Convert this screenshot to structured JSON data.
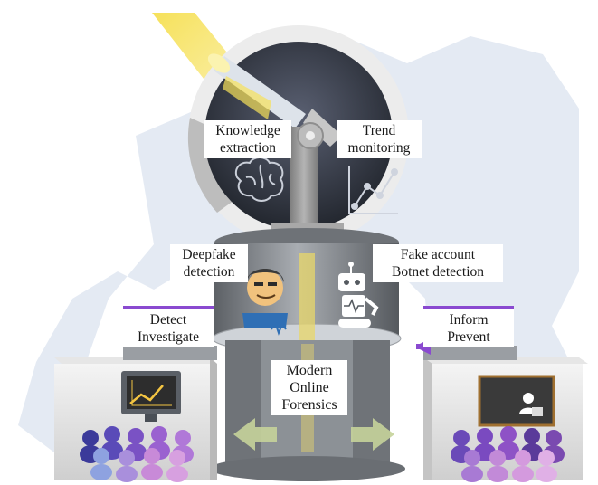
{
  "labels": {
    "knowledge": [
      "Knowledge",
      "extraction"
    ],
    "trend": [
      "Trend",
      "monitoring"
    ],
    "deepfake": [
      "Deepfake",
      "detection"
    ],
    "fake_account": [
      "Fake account",
      "Botnet detection"
    ],
    "detect": [
      "Detect",
      "Investigate"
    ],
    "inform": [
      "Inform",
      "Prevent"
    ],
    "center": [
      "Modern",
      "Online",
      "Forensics"
    ]
  },
  "colors": {
    "beam": "#f5e36a",
    "dome_dark": "#2e3341",
    "dome_ring": "#d9d9d9",
    "tower": "#9a9a9a",
    "cylinder": "#7f8389",
    "accent_purple": "#8a4ad0",
    "map_bg": "#e3e9f2",
    "arrow": "#c7d49a"
  },
  "icons": {
    "brain": "brain-icon",
    "trend": "trend-chart-icon",
    "face": "masked-face-icon",
    "robot": "robot-icon",
    "monitor": "chart-monitor-icon",
    "presenter": "presenter-board-icon",
    "megaphone": "megaphone-icon"
  }
}
